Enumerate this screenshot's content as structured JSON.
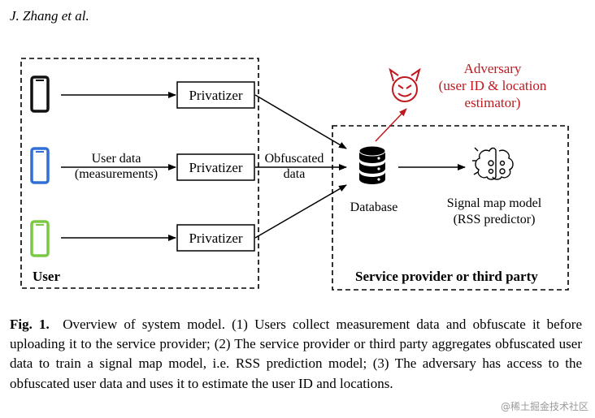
{
  "header": {
    "author": "J. Zhang et al."
  },
  "figure": {
    "user_box_label": "User",
    "service_box_label": "Service provider or third party",
    "privatizer_label": "Privatizer",
    "user_data_line1": "User data",
    "user_data_line2": "(measurements)",
    "obfuscated_line1": "Obfuscated",
    "obfuscated_line2": "data",
    "database_label": "Database",
    "signal_model_line1": "Signal map model",
    "signal_model_line2": "(RSS predictor)",
    "adversary_line1": "Adversary",
    "adversary_line2": "(user ID & location",
    "adversary_line3": "estimator)",
    "colors": {
      "adversary": "#c0181e",
      "phone_black": "#111111",
      "phone_blue": "#2f6fd6",
      "phone_green": "#7ac943"
    }
  },
  "caption": {
    "label": "Fig. 1.",
    "text": "Overview of system model. (1) Users collect measurement data and obfuscate it before uploading it to the service provider; (2) The service provider or third party aggregates obfuscated user data to train a signal map model, i.e. RSS prediction model; (3) The adversary has access to the obfuscated user data and uses it to estimate the user ID and locations."
  },
  "watermark": "@稀土掘金技术社区"
}
